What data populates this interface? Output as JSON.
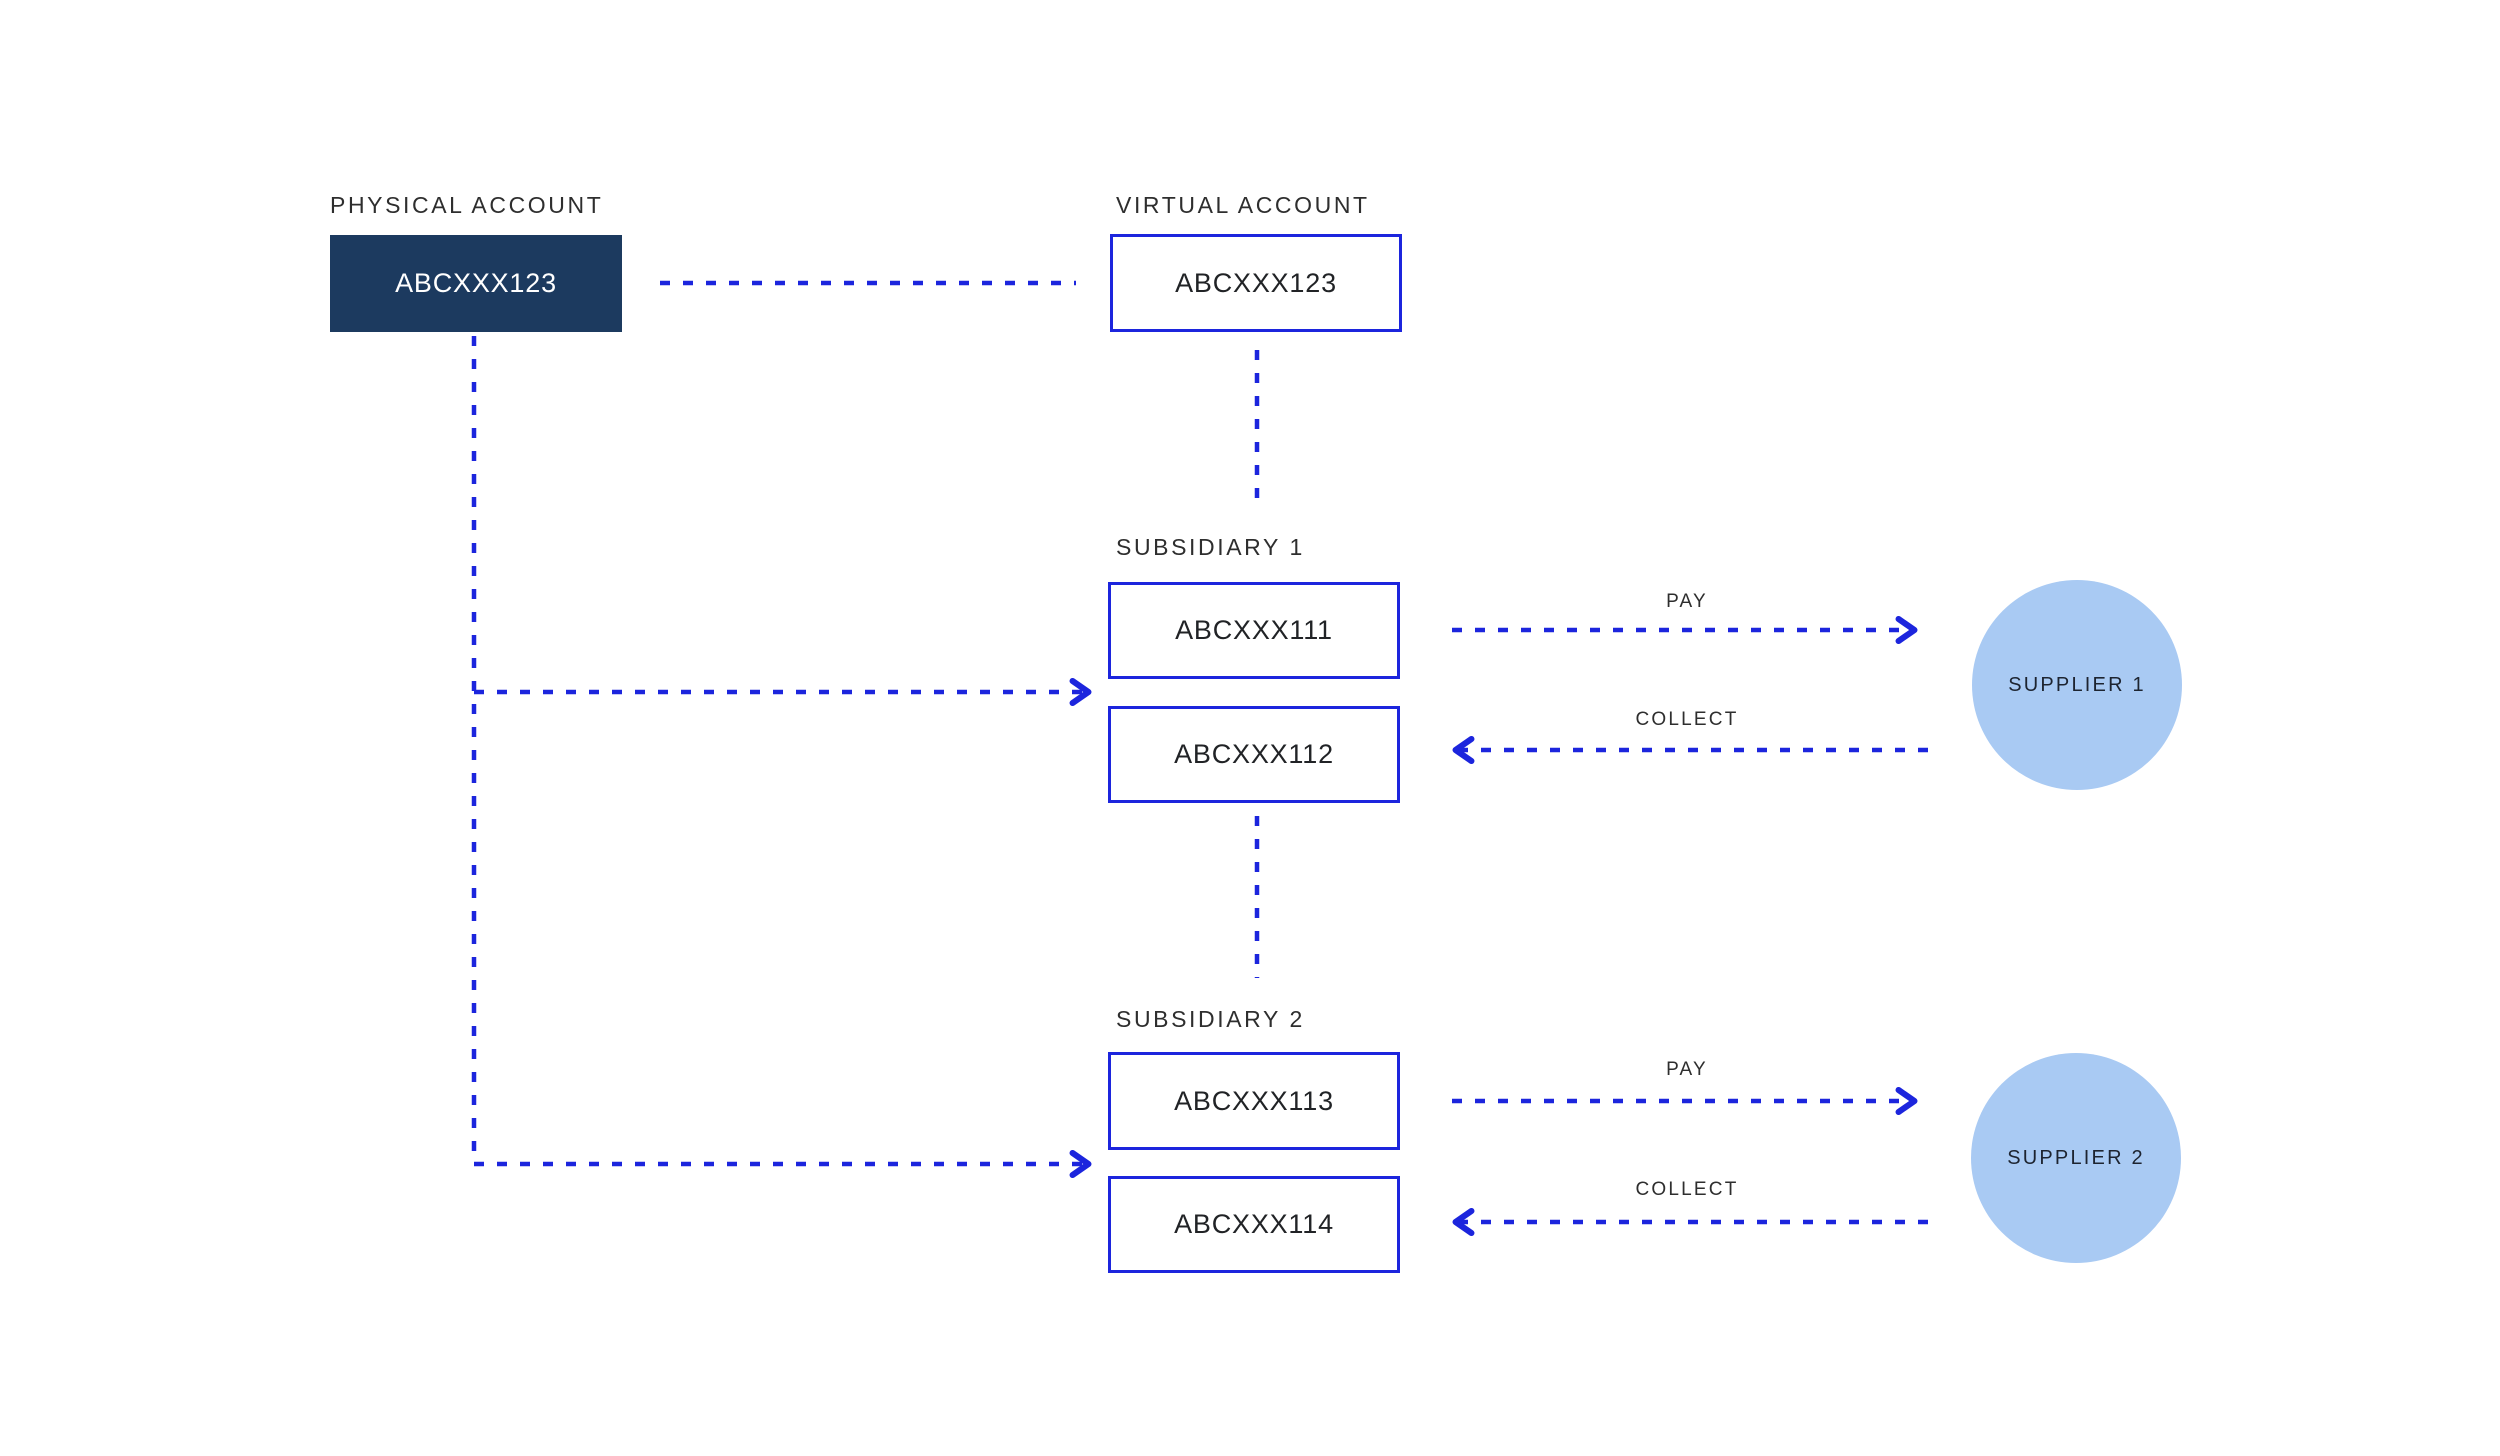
{
  "colors": {
    "background": "#ffffff",
    "navy": "#1c3a5f",
    "blue": "#1c25dd",
    "light_blue": "#a9caf3",
    "label_text": "#2e2e2e",
    "box_text": "#212326",
    "physical_box_text": "#ffffff"
  },
  "diagram": {
    "physical_account": {
      "label": "PHYSICAL ACCOUNT",
      "account_id": "ABCXXX123"
    },
    "virtual_account": {
      "label": "VIRTUAL ACCOUNT",
      "account_id": "ABCXXX123"
    },
    "subsidiaries": [
      {
        "label": "SUBSIDIARY 1",
        "accounts": [
          "ABCXXX111",
          "ABCXXX112"
        ]
      },
      {
        "label": "SUBSIDIARY 2",
        "accounts": [
          "ABCXXX113",
          "ABCXXX114"
        ]
      }
    ],
    "suppliers": [
      {
        "name": "SUPPLIER 1",
        "pay_label": "PAY",
        "collect_label": "COLLECT"
      },
      {
        "name": "SUPPLIER 2",
        "pay_label": "PAY",
        "collect_label": "COLLECT"
      }
    ]
  }
}
